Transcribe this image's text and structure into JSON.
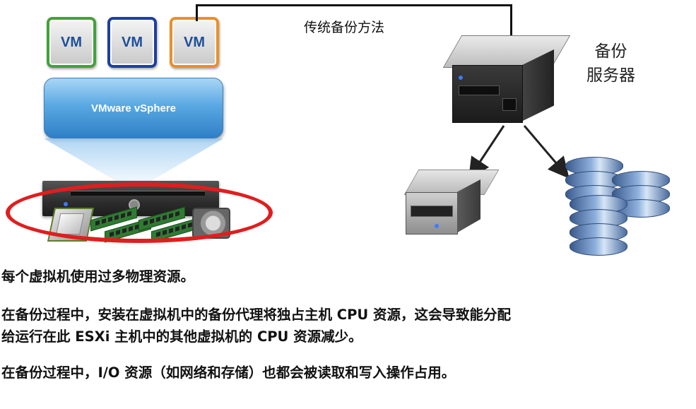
{
  "diagram": {
    "vm_label": "VM",
    "vm_boxes": [
      {
        "label": "VM",
        "border_color": "#3fa33b"
      },
      {
        "label": "VM",
        "border_color": "#1e3f9e"
      },
      {
        "label": "VM",
        "border_color": "#e8902b"
      }
    ],
    "hypervisor_label": "VMware vSphere",
    "method_label": "传统备份方法",
    "backup_server_label_line1": "备份",
    "backup_server_label_line2": "服务器",
    "highlight_color": "#e01e1e"
  },
  "text": {
    "para1": "每个虚拟机使用过多物理资源。",
    "para2_line1": "在备份过程中，安装在虚拟机中的备份代理将独占主机 CPU 资源，这会导致能分配",
    "para2_line2": "给运行在此 ESXi 主机中的其他虚拟机的 CPU 资源减少。",
    "para3": "在备份过程中，I/O 资源（如网络和存储）也都会被读取和写入操作占用。"
  }
}
